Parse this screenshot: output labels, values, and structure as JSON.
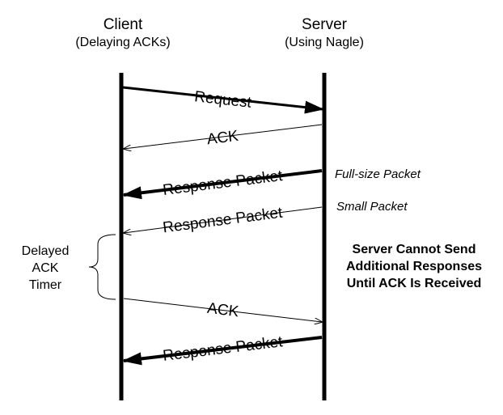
{
  "client": {
    "title": "Client",
    "subtitle": "(Delaying ACKs)"
  },
  "server": {
    "title": "Server",
    "subtitle": "(Using Nagle)"
  },
  "messages": [
    {
      "label": "Request",
      "direction": "client-to-server",
      "weight": "heavy"
    },
    {
      "label": "ACK",
      "direction": "server-to-client",
      "weight": "light"
    },
    {
      "label": "Response Packet",
      "direction": "server-to-client",
      "weight": "heavy"
    },
    {
      "label": "Response Packet",
      "direction": "server-to-client",
      "weight": "light"
    },
    {
      "label": "ACK",
      "direction": "client-to-server",
      "weight": "light"
    },
    {
      "label": "Response Packet",
      "direction": "server-to-client",
      "weight": "heavy"
    }
  ],
  "annotations": {
    "full_size": "Full-size Packet",
    "small": "Small Packet"
  },
  "timer": {
    "lines": [
      "Delayed",
      "ACK",
      "Timer"
    ]
  },
  "note": {
    "lines": [
      "Server Cannot Send",
      "Additional Responses",
      "Until ACK Is Received"
    ]
  },
  "colors": {
    "ink": "#000000",
    "background": "#ffffff"
  }
}
